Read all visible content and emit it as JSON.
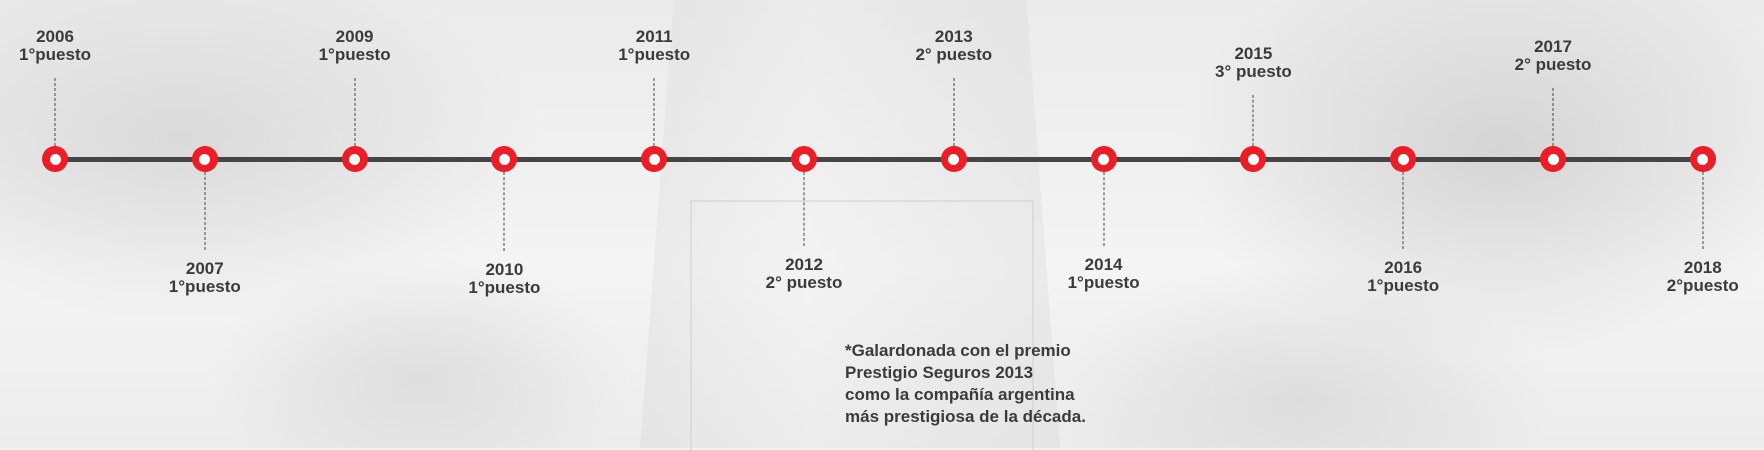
{
  "timeline": {
    "events": [
      {
        "year": "2006",
        "rank": "1°puesto",
        "side": "top"
      },
      {
        "year": "2007",
        "rank": "1°puesto",
        "side": "bottom"
      },
      {
        "year": "2009",
        "rank": "1°puesto",
        "side": "top"
      },
      {
        "year": "2010",
        "rank": "1°puesto",
        "side": "bottom"
      },
      {
        "year": "2011",
        "rank": "1°puesto",
        "side": "top"
      },
      {
        "year": "2012",
        "rank": "2° puesto",
        "side": "bottom"
      },
      {
        "year": "2013",
        "rank": "2° puesto",
        "side": "top"
      },
      {
        "year": "2014",
        "rank": "1°puesto",
        "side": "bottom"
      },
      {
        "year": "2015",
        "rank": "3° puesto",
        "side": "top"
      },
      {
        "year": "2016",
        "rank": "1°puesto",
        "side": "bottom"
      },
      {
        "year": "2017",
        "rank": "2° puesto",
        "side": "top"
      },
      {
        "year": "2018",
        "rank": "2°puesto",
        "side": "bottom"
      }
    ],
    "note": {
      "lines": [
        "*Galardonada con el premio",
        "Prestigio Seguros 2013",
        "como la compañía argentina",
        "más prestigiosa de la década."
      ]
    }
  },
  "colors": {
    "node": "#ee1c24",
    "line": "#454545",
    "text": "#3b3b3b"
  }
}
